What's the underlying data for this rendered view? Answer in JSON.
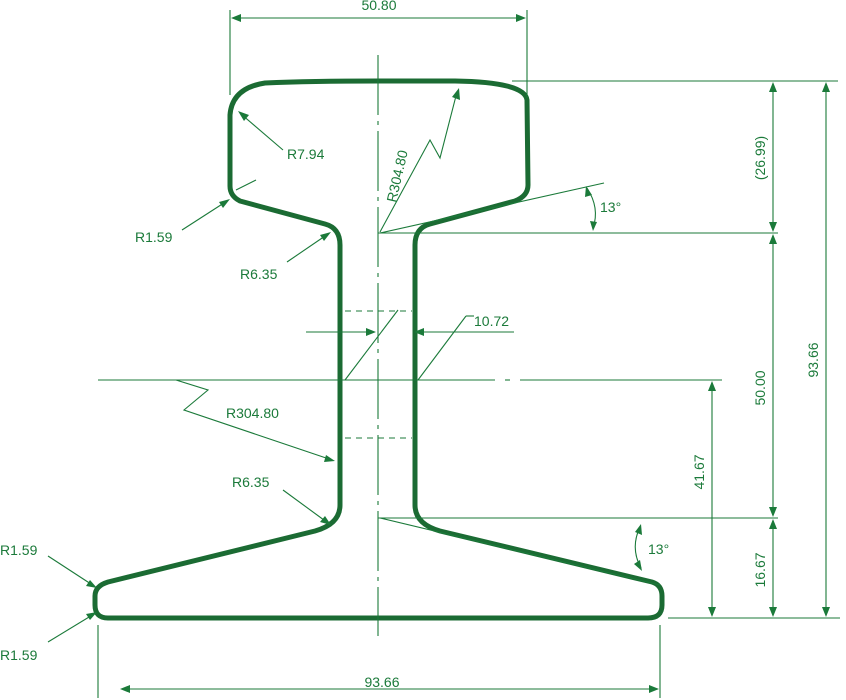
{
  "colors": {
    "profile": "#1b6b33",
    "annotation": "#1b7a3a",
    "background": "#ffffff"
  },
  "dimensions": {
    "head_width": "50.80",
    "base_width": "93.66",
    "total_height": "93.66",
    "head_height": "(26.99)",
    "web_height": "50.00",
    "base_height": "16.67",
    "neutral_axis_height": "41.67",
    "web_thickness": "10.72"
  },
  "radii": {
    "head_corner": "R7.94",
    "head_crown": "R304.80",
    "web_side": "R304.80",
    "upper_fillet": "R6.35",
    "lower_fillet": "R6.35",
    "head_lower_corner": "R1.59",
    "base_top_corner": "R1.59",
    "base_bottom_corner": "R1.59"
  },
  "angles": {
    "head_underside": "13°",
    "base_top": "13°"
  }
}
